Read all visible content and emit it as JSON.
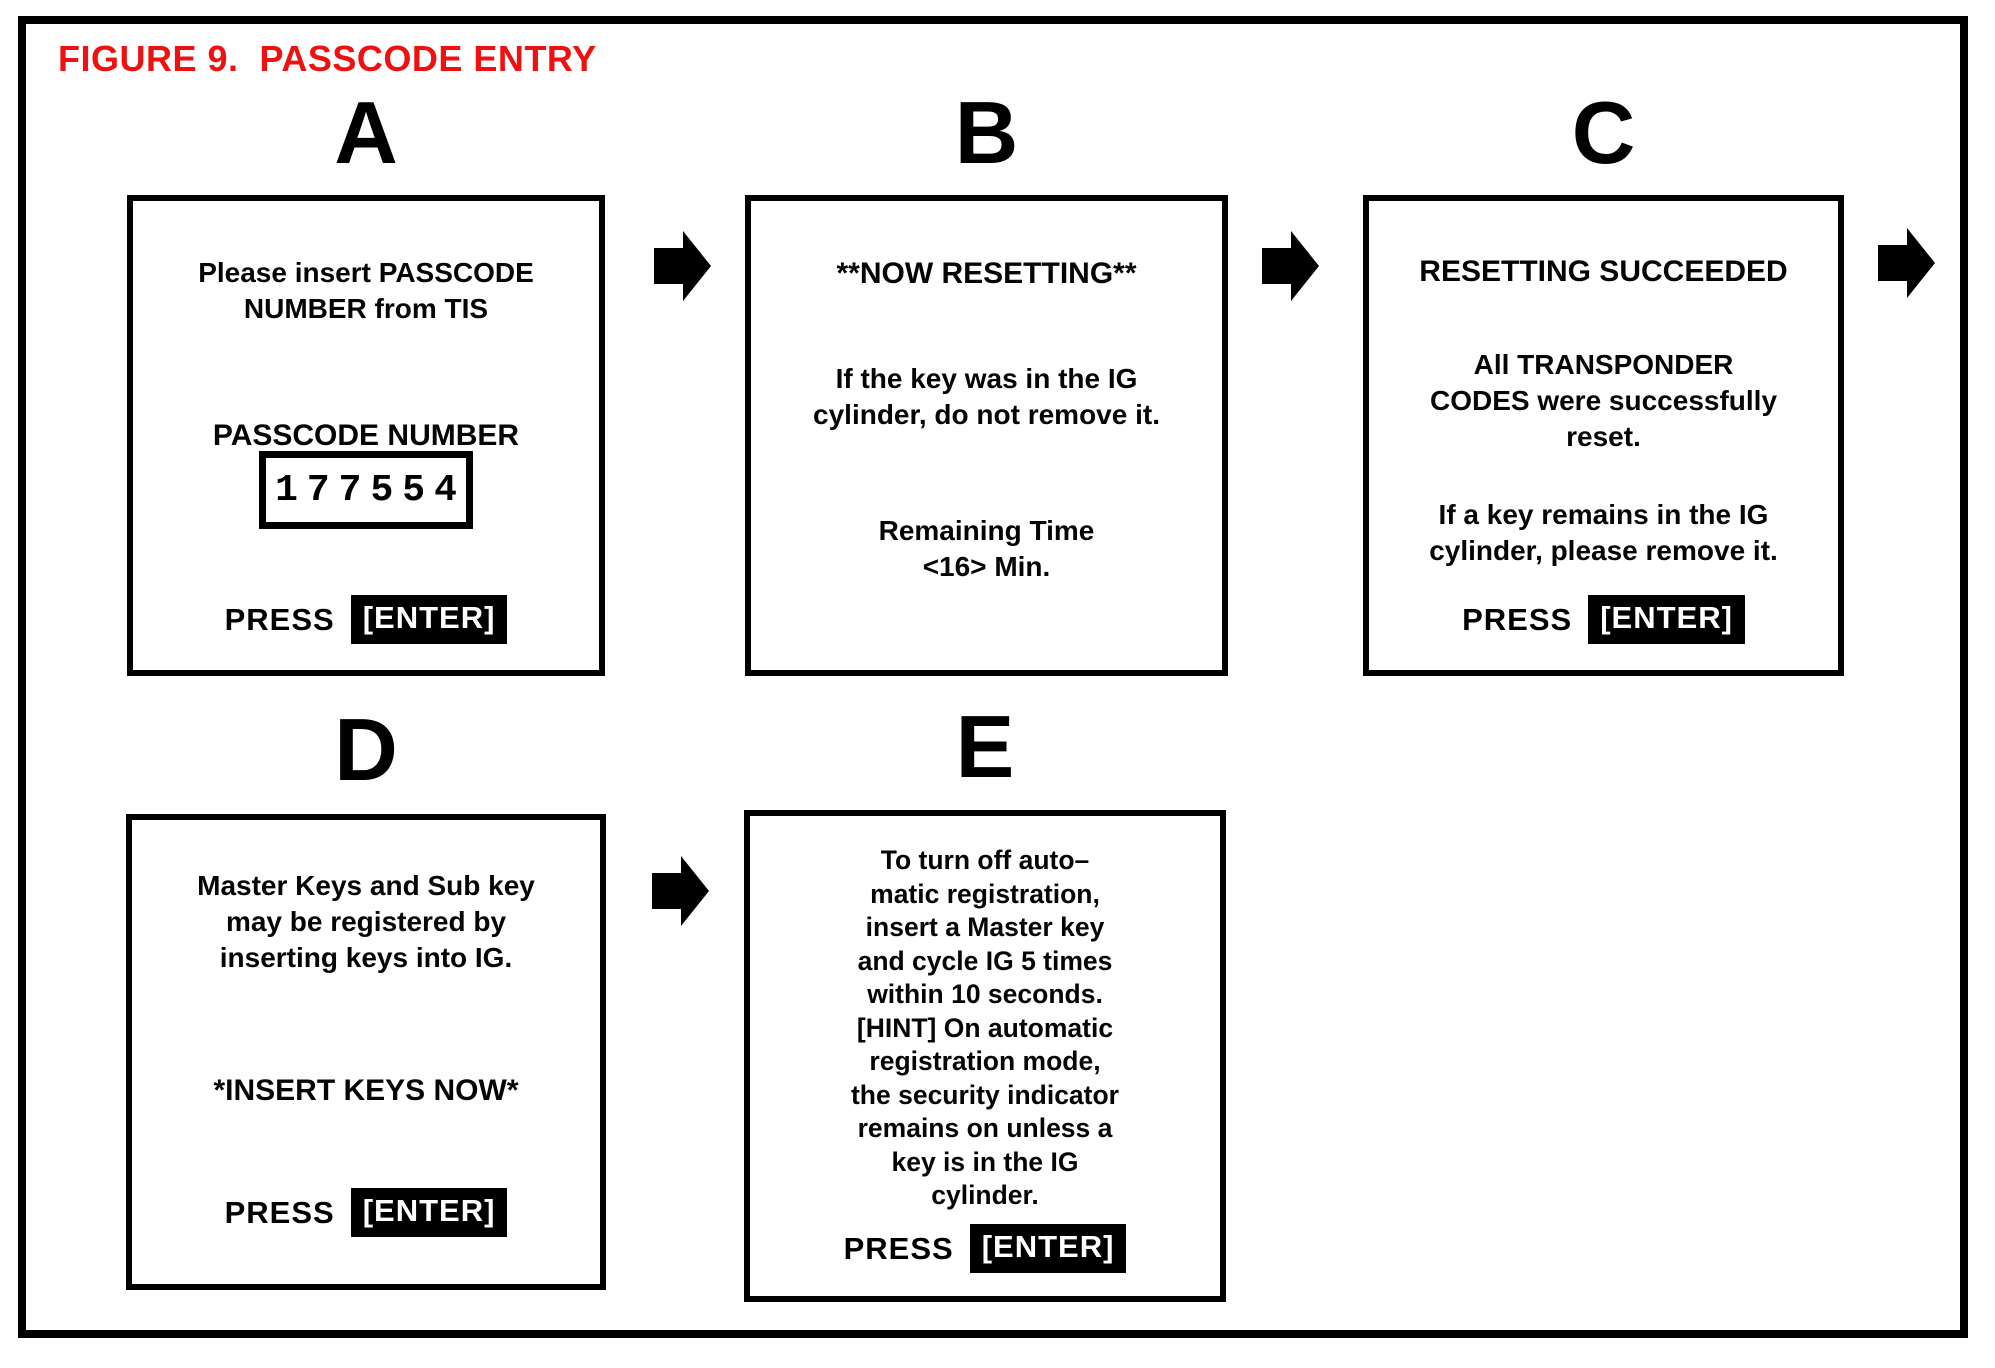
{
  "figure": {
    "title": "FIGURE 9.  PASSCODE ENTRY",
    "title_color": "#ee1111",
    "ink_color": "#000000",
    "paper_color": "#ffffff"
  },
  "screens": {
    "a": {
      "label": "A",
      "message": "Please insert PASSCODE\nNUMBER from TIS",
      "field_label": "PASSCODE NUMBER",
      "passcode_value": "177554",
      "press_label": "PRESS",
      "enter_label": "[ENTER]"
    },
    "b": {
      "label": "B",
      "title": "**NOW RESETTING**",
      "message": "If the key was in the IG\ncylinder, do not remove it.",
      "remaining_time": "Remaining Time\n<16> Min."
    },
    "c": {
      "label": "C",
      "title": "RESETTING SUCCEEDED",
      "message1": "All TRANSPONDER\nCODES were successfully\nreset.",
      "message2": "If a key remains in the IG\ncylinder, please remove it.",
      "press_label": "PRESS",
      "enter_label": "[ENTER]"
    },
    "d": {
      "label": "D",
      "message": "Master Keys and Sub key\nmay be registered by\ninserting keys into IG.",
      "prompt": "*INSERT KEYS NOW*",
      "press_label": "PRESS",
      "enter_label": "[ENTER]"
    },
    "e": {
      "label": "E",
      "message": "To turn off auto–\nmatic registration,\ninsert a Master key\nand cycle IG 5 times\nwithin 10 seconds.\n[HINT] On automatic\nregistration mode,\nthe security indicator\nremains on unless a\nkey is in the IG\ncylinder.",
      "press_label": "PRESS",
      "enter_label": "[ENTER]"
    }
  }
}
